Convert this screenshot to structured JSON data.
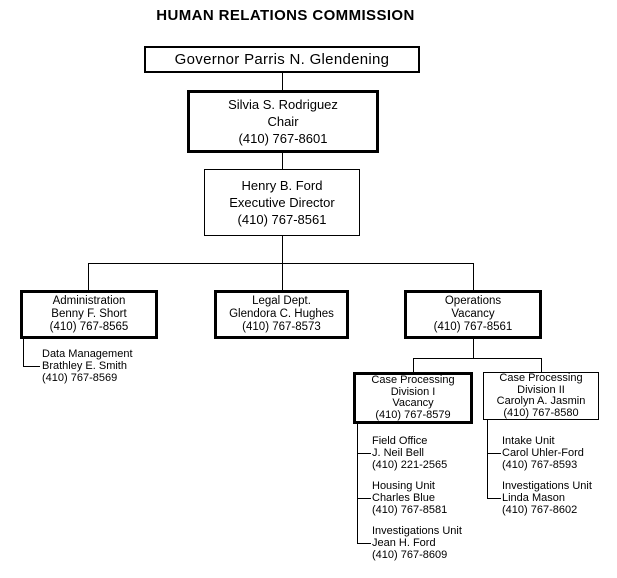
{
  "title": "HUMAN RELATIONS COMMISSION",
  "colors": {
    "ink": "#000000",
    "background": "#ffffff"
  },
  "org": {
    "governor": {
      "lines": [
        "Governor Parris N. Glendening"
      ]
    },
    "chair": {
      "lines": [
        "Silvia S. Rodriguez",
        "Chair",
        "(410) 767-8601"
      ]
    },
    "executive_director": {
      "lines": [
        "Henry B. Ford",
        "Executive Director",
        "(410) 767-8561"
      ]
    },
    "administration": {
      "lines": [
        "Administration",
        "Benny F. Short",
        "(410) 767-8565"
      ]
    },
    "legal_dept": {
      "lines": [
        "Legal Dept.",
        "Glendora C. Hughes",
        "(410) 767-8573"
      ]
    },
    "operations": {
      "lines": [
        "Operations",
        "Vacancy",
        "(410) 767-8561"
      ]
    },
    "data_management": {
      "lines": [
        "Data Management",
        "Brathley E. Smith",
        "(410) 767-8569"
      ]
    },
    "case_processing_division_1": {
      "lines": [
        "Case Processing",
        "Division I",
        "Vacancy",
        "(410) 767-8579"
      ]
    },
    "case_processing_division_2": {
      "lines": [
        "Case Processing",
        "Division II",
        "Carolyn A. Jasmin",
        "(410) 767-8580"
      ]
    },
    "field_office": {
      "lines": [
        "Field Office",
        "J. Neil Bell",
        "(410) 221-2565"
      ]
    },
    "housing_unit": {
      "lines": [
        "Housing Unit",
        "Charles Blue",
        "(410) 767-8581"
      ]
    },
    "investigations_unit_div1": {
      "lines": [
        "Investigations Unit",
        "Jean H. Ford",
        "(410) 767-8609"
      ]
    },
    "intake_unit": {
      "lines": [
        "Intake Unit",
        "Carol Uhler-Ford",
        "(410) 767-8593"
      ]
    },
    "investigations_unit_div2": {
      "lines": [
        "Investigations Unit",
        "Linda Mason",
        "(410) 767-8602"
      ]
    }
  }
}
